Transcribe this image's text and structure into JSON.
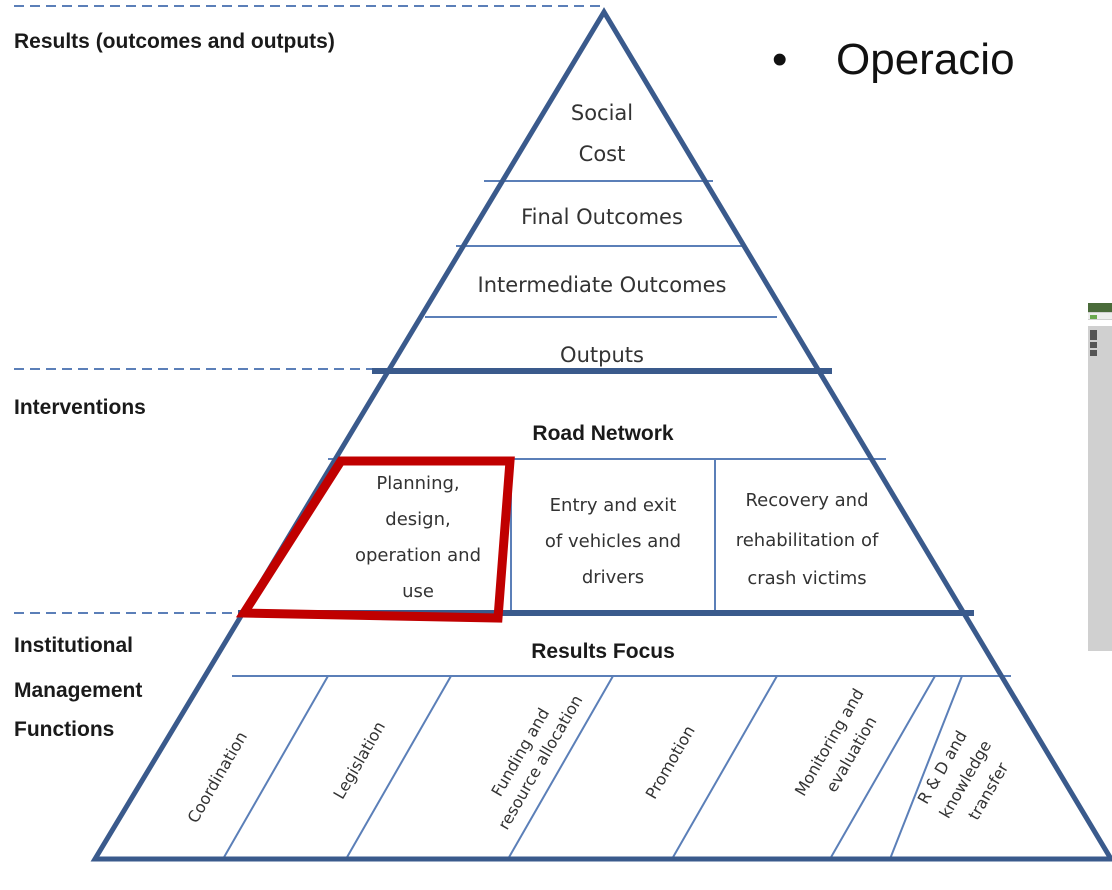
{
  "sections": {
    "results": "Results (outcomes and outputs)",
    "interventions": "Interventions",
    "institutional": [
      "Institutional",
      "Management",
      "Functions"
    ]
  },
  "pyramid": {
    "tiers": [
      [
        "Social",
        "Cost"
      ],
      [
        "Final Outcomes"
      ],
      [
        "Intermediate Outcomes"
      ],
      [
        "Outputs"
      ]
    ],
    "road_network": "Road Network",
    "interventions": [
      [
        "Planning,",
        "design,",
        "operation and",
        "use"
      ],
      [
        "Entry and exit",
        "of vehicles and",
        "drivers"
      ],
      [
        "Recovery and",
        "rehabilitation of",
        "crash victims"
      ]
    ],
    "results_focus": "Results Focus",
    "functions": [
      [
        "Coordination"
      ],
      [
        "Legislation"
      ],
      [
        "Funding and",
        "resource allocation"
      ],
      [
        "Promotion"
      ],
      [
        "Monitoring and",
        "evaluation"
      ],
      [
        "R & D and",
        "knowledge",
        "transfer"
      ]
    ]
  },
  "slide": {
    "bullet": "•",
    "title_fragment": "Operacio"
  },
  "colors": {
    "pyramid_border": "#3a5a8c",
    "divider": "#5b7fb8",
    "highlight": "#c00000",
    "thumbnail": "#d0d0d0"
  }
}
